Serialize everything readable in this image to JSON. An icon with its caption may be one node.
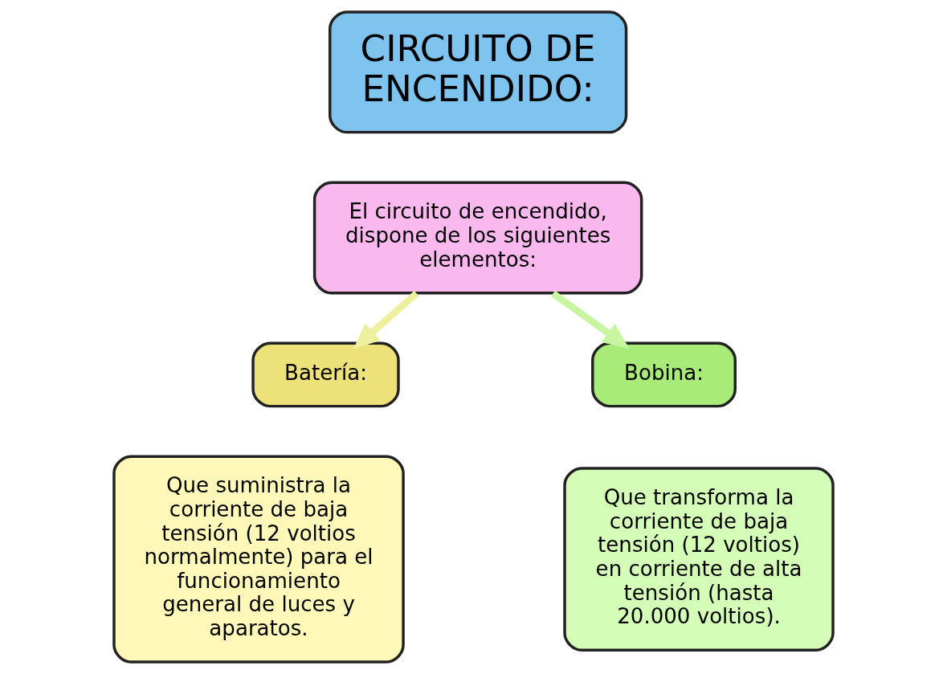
{
  "diagram": {
    "nodes": [
      {
        "text": [
          "CIRCUITO DE ENCENDIDO:"
        ]
      },
      {
        "text": [
          "El circuito de encendido, dispone de los siguientes elementos:"
        ]
      },
      {
        "text": [
          "Batería:"
        ]
      },
      {
        "text": [
          "Que suministra la corriente de baja tensión (12 voltios normalmente) para el funcionamiento general de luces y aparatos."
        ]
      },
      {
        "text": [
          "Bobina:"
        ]
      },
      {
        "text": [
          "Que transforma la corriente de baja tensión (12 voltios) en corriente de alta tensión (hasta 20.000 voltios)."
        ]
      }
    ],
    "edges": [
      {
        "from": 1,
        "to": 2,
        "arrow": "to",
        "color": "#eef0a0"
      },
      {
        "from": 1,
        "to": 4,
        "arrow": "to",
        "color": "#c8f5a0"
      }
    ]
  }
}
